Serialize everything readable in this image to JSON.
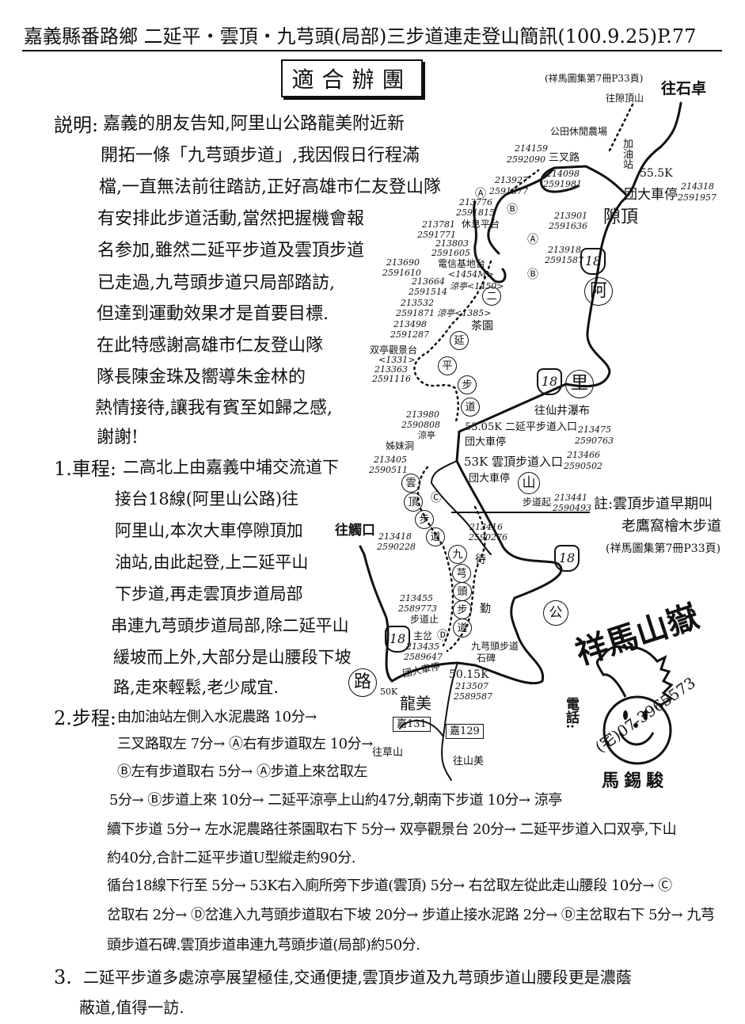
{
  "header": {
    "title": "嘉義縣番路鄉 二延平・雲頂・九芎頭(局部)三步道連走登山簡訊(100.9.25)P.77",
    "badge": "適合辦團"
  },
  "intro": {
    "label": "説明:",
    "lines": [
      "嘉義的朋友告知,阿里山公路龍美附近新",
      "開拓一條「九芎頭步道」,我因假日行程滿",
      "檔,一直無法前往踏訪,正好高雄市仁友登山隊",
      "有安排此步道活動,當然把握機會報",
      "名参加,雖然二延平步道及雲頂步道",
      "已走過,九芎頭步道只局部踏訪,",
      "但達到運動效果才是首要目標.",
      "在此特感謝高雄市仁友登山隊",
      "隊長陳金珠及嚮導朱金林的",
      "熱情接待,讓我有賓至如歸之感,",
      "謝謝!"
    ]
  },
  "drive": {
    "label": "1.車程:",
    "lines": [
      "二高北上由嘉義中埔交流道下",
      "接台18線(阿里山公路)往",
      "阿里山,本次大車停隙頂加",
      "油站,由此起登,上二延平山",
      "下步道,再走雲頂步道局部",
      "串連九芎頭步道局部,除二延平山",
      "緩坡而上外,大部分是山腰段下坡",
      "路,走來輕鬆,老少咸宜."
    ]
  },
  "walk": {
    "label": "2.步程:",
    "lines": [
      "由加油站左側入水泥農路 10分→",
      "三叉路取左 7分→ Ⓐ右有步道取左 10分→",
      "Ⓑ左有步道取右 5分→ Ⓐ步道上來岔取左",
      "5分→ Ⓑ步道上來 10分→ 二延平涼亭上山約47分,朝南下步道 10分→ 涼亭",
      "續下步道 5分→ 左水泥農路往茶園取右下 5分→ 双亭觀景台 20分→ 二延平步道入口双亭,下山",
      "約40分,合計二延平步道U型縱走約90分.",
      "循台18線下行至 5分→ 53K右入廁所旁下步道(雲頂) 5分→ 右岔取左從此走山腰段 10分→ Ⓒ",
      "岔取右 2分→ Ⓓ岔進入九芎頭步道取右下坡 20分→ 步道止接水泥路 2分→ Ⓓ主岔取右下 5分→ 九芎",
      "頭步道石碑.雲頂步道串連九芎頭步道(局部)約50分."
    ]
  },
  "summary": {
    "label": "3.",
    "lines": [
      "二延平步道多處涼亭展望極佳,交通便捷,雲頂步道及九芎頭步道山腰段更是濃蔭",
      "蔽道,值得一訪."
    ]
  },
  "map": {
    "labels": [
      "(祥馬圖集第7冊P33頁)",
      "往隙頂山",
      "往石卓",
      "公田休閒農場",
      "214159",
      "2592090",
      "三叉路",
      "加油站",
      "55.5K",
      "214098",
      "2591981",
      "213927",
      "2591877",
      "213776",
      "2591815",
      "休息平台",
      "213781",
      "2591771",
      "213803",
      "2591605",
      "213690",
      "2591610",
      "電信基地台",
      "<1454M>",
      "213664",
      "2591514",
      "涼亭<1450>",
      "団大車停",
      "214318",
      "2591957",
      "隙頂",
      "213901",
      "2591636",
      "213918",
      "2591587",
      "213532",
      "2591871",
      "涼亭<1385>",
      "213498",
      "2591287",
      "茶園",
      "双亭觀景台",
      "<1331>",
      "213363",
      "2591116",
      "往仙井瀑布",
      "213980",
      "2590808",
      "涼亭",
      "53.05K 二延平步道入口",
      "213475",
      "2590763",
      "団大車停",
      "姊妹洞",
      "213405",
      "2590511",
      "53K 雲頂步道入口",
      "213466",
      "2590502",
      "団大車停",
      "步道起",
      "213441",
      "2590493",
      "往觸口",
      "213418",
      "2590228",
      "213416",
      "2590276",
      "213455",
      "2589773",
      "步道止",
      "主岔",
      "213435",
      "2589647",
      "九芎頭步道",
      "石碑",
      "団大車停",
      "50K",
      "50.15K",
      "213507",
      "2589587",
      "龍美",
      "往草山",
      "往山美"
    ],
    "circles": [
      "二",
      "延",
      "平",
      "步",
      "道",
      "雲",
      "頂",
      "步",
      "道",
      "九",
      "芎",
      "頭",
      "步",
      "道",
      "待",
      "勤",
      "阿",
      "里",
      "山",
      "路"
    ],
    "route_shield": "18",
    "county_roads": [
      "嘉131",
      "嘉129"
    ],
    "markers": [
      "Ⓐ",
      "Ⓑ",
      "Ⓐ",
      "Ⓑ",
      "Ⓒ",
      "Ⓓ"
    ]
  },
  "note": {
    "lines": [
      "註:雲頂步道早期叫",
      "老鷹窩檜木步道",
      "(祥馬圖集第7冊P33頁)"
    ]
  },
  "stamp": {
    "circle_label": "公",
    "name": "祥馬山嶽",
    "phone_label": "電話:",
    "phone": "(宅)07-3965573",
    "person": "馬錫駿"
  }
}
